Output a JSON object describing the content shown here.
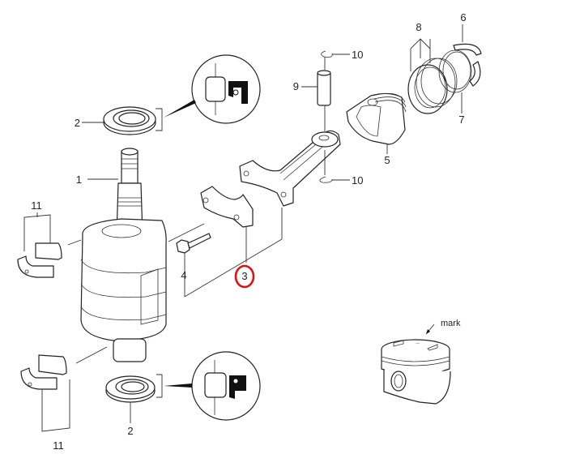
{
  "diagram": {
    "title": "",
    "type": "exploded-parts-diagram",
    "subject": "crankshaft and piston assembly",
    "callouts": [
      {
        "id": "1",
        "label": "1",
        "part": "crankshaft"
      },
      {
        "id": "2a",
        "label": "2",
        "part": "oil seal (upper)"
      },
      {
        "id": "2b",
        "label": "2",
        "part": "oil seal (lower)"
      },
      {
        "id": "3",
        "label": "3",
        "part": "connecting rod",
        "highlighted": true
      },
      {
        "id": "4",
        "label": "4",
        "part": "connecting rod bolt"
      },
      {
        "id": "5",
        "label": "5",
        "part": "piston"
      },
      {
        "id": "6",
        "label": "6",
        "part": "piston ring (top)"
      },
      {
        "id": "7",
        "label": "7",
        "part": "piston ring (second)"
      },
      {
        "id": "8",
        "label": "8",
        "part": "oil ring set"
      },
      {
        "id": "9",
        "label": "9",
        "part": "piston pin"
      },
      {
        "id": "10a",
        "label": "10",
        "part": "piston pin clip (upper)"
      },
      {
        "id": "10b",
        "label": "10",
        "part": "piston pin clip (lower)"
      },
      {
        "id": "11a",
        "label": "11",
        "part": "main bearing (upper)"
      },
      {
        "id": "11b",
        "label": "11",
        "part": "main bearing (lower)"
      }
    ],
    "annotations": {
      "mark_label": "mark"
    },
    "highlight_color": "#e01010",
    "label_color": "#222233"
  }
}
